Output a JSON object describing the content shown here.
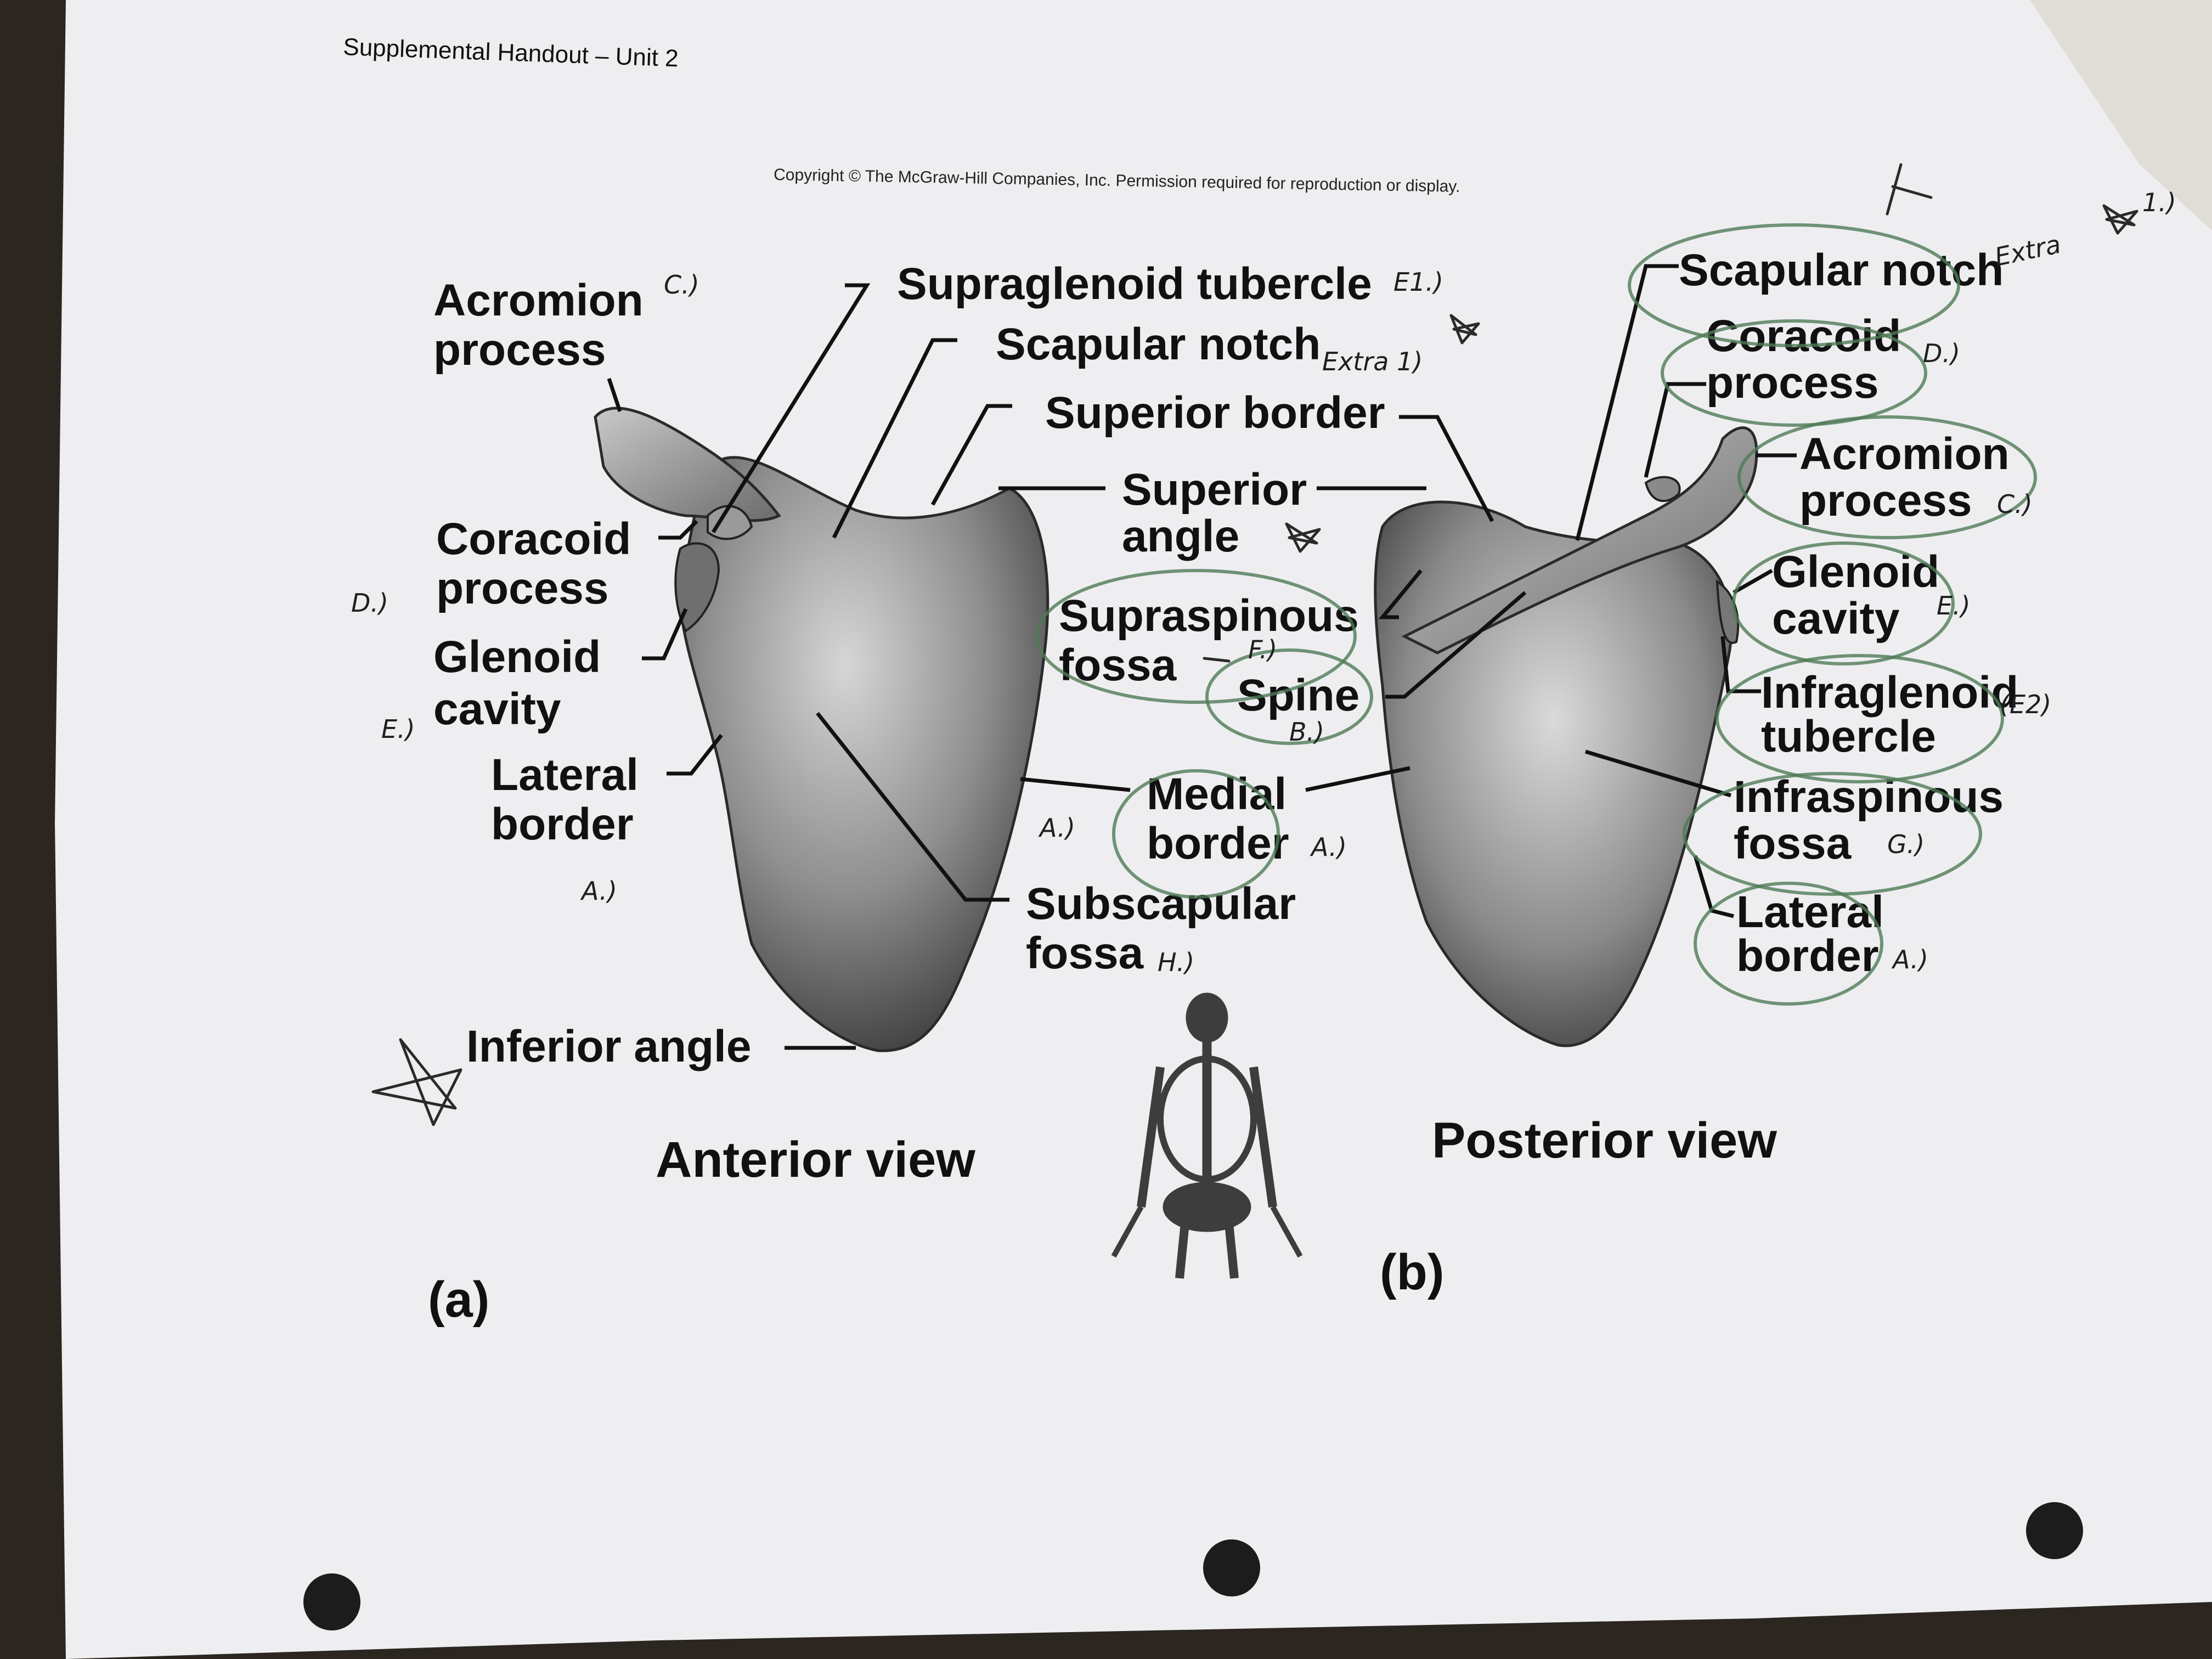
{
  "header": "Supplemental Handout – Unit 2",
  "copyright": "Copyright © The McGraw-Hill Companies, Inc. Permission required for reproduction or display.",
  "anterior": {
    "view_label": "Anterior view",
    "panel": "(a)",
    "labels": {
      "acromion_1": "Acromion",
      "acromion_2": "process",
      "supraglenoid": "Supraglenoid tubercle",
      "scapular_notch": "Scapular notch",
      "superior_border": "Superior border",
      "coracoid_1": "Coracoid",
      "coracoid_2": "process",
      "glenoid_1": "Glenoid",
      "glenoid_2": "cavity",
      "lateral_1": "Lateral",
      "lateral_2": "border",
      "inferior_angle": "Inferior angle",
      "subscapular_1": "Subscapular",
      "subscapular_2": "fossa"
    }
  },
  "shared": {
    "superior_angle_1": "Superior",
    "superior_angle_2": "angle",
    "supraspinous_1": "Supraspinous",
    "supraspinous_2": "fossa",
    "spine": "Spine",
    "medial_1": "Medial",
    "medial_2": "border"
  },
  "posterior": {
    "view_label": "Posterior view",
    "panel": "(b)",
    "labels": {
      "scapular_notch": "Scapular notch",
      "coracoid_1": "Coracoid",
      "coracoid_2": "process",
      "acromion_1": "Acromion",
      "acromion_2": "process",
      "glenoid_1": "Glenoid",
      "glenoid_2": "cavity",
      "infraglenoid_1": "Infraglenoid",
      "infraglenoid_2": "tubercle",
      "infraspinous_1": "Infraspinous",
      "infraspinous_2": "fossa",
      "lateral_1": "Lateral",
      "lateral_2": "border"
    }
  },
  "handwritten": {
    "acromion": "C.)",
    "supraglenoid": "E1.)",
    "scapular_notch": "Extra 1)",
    "coracoid": "D.)",
    "glenoid": "E.)",
    "lateral": "A.)",
    "supraspinous": "F.)",
    "spine": "B.)",
    "medial_left": "A.)",
    "medial_right": "A.)",
    "subscapular": "H.)",
    "post_extra": "Extra",
    "post_extra_num": "1.)",
    "post_coracoid": "D.)",
    "post_acromion": "C.)",
    "post_glenoid": "E.)",
    "post_infraglenoid": "(E2)",
    "post_infraspinous": "G.)",
    "post_lateral": "A.)"
  }
}
